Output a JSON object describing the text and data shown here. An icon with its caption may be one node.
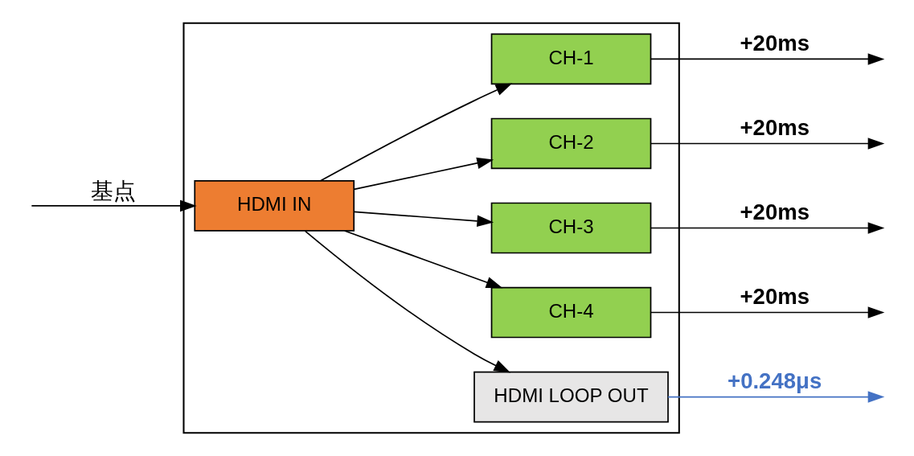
{
  "diagram": {
    "nodes": [
      {
        "text": [],
        "shape": "box"
      },
      {
        "text": [
          "HDMI IN"
        ],
        "in": 0
      },
      {
        "text": [
          "CH-1"
        ],
        "in": 0
      },
      {
        "text": [
          "CH-2"
        ],
        "in": 0
      },
      {
        "text": [
          "CH-3"
        ],
        "in": 0
      },
      {
        "text": [
          "CH-4"
        ],
        "in": 0
      },
      {
        "text": [
          "HDMI LOOP OUT"
        ],
        "in": 0
      }
    ],
    "edges": [
      {
        "from": null,
        "to": 1,
        "arrow": "to",
        "label": "基点"
      },
      {
        "from": 1,
        "to": 2,
        "arrow": "to"
      },
      {
        "from": 1,
        "to": 3,
        "arrow": "to"
      },
      {
        "from": 1,
        "to": 4,
        "arrow": "to"
      },
      {
        "from": 1,
        "to": 5,
        "arrow": "to"
      },
      {
        "from": 1,
        "to": 6,
        "arrow": "to"
      },
      {
        "from": 2,
        "to": null,
        "arrow": "to",
        "label": "+20ms"
      },
      {
        "from": 3,
        "to": null,
        "arrow": "to",
        "label": "+20ms"
      },
      {
        "from": 4,
        "to": null,
        "arrow": "to",
        "label": "+20ms"
      },
      {
        "from": 5,
        "to": null,
        "arrow": "to",
        "label": "+20ms"
      },
      {
        "from": 6,
        "to": null,
        "arrow": "to",
        "label": "+0.248μs",
        "color": "#4472c4"
      }
    ]
  }
}
